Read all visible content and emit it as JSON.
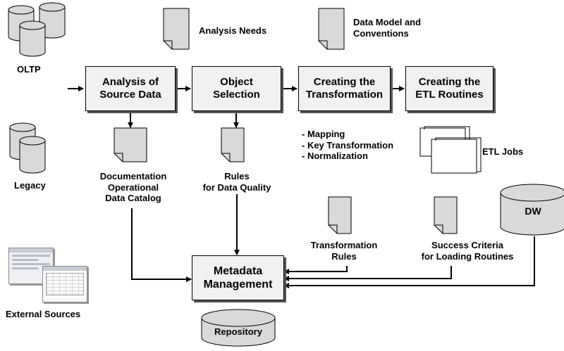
{
  "sources": {
    "oltp": "OLTP",
    "legacy": "Legacy",
    "external": "External Sources"
  },
  "inputs": {
    "analysis_needs": "Analysis Needs",
    "data_model_line1": "Data Model and",
    "data_model_line2": "Conventions"
  },
  "steps": {
    "step1_line1": "Analysis of",
    "step1_line2": "Source Data",
    "step2_line1": "Object",
    "step2_line2": "Selection",
    "step3_line1": "Creating the",
    "step3_line2": "Transformation",
    "step4_line1": "Creating the",
    "step4_line2": "ETL Routines"
  },
  "outputs": {
    "doc_line1": "Documentation",
    "doc_line2": "Operational",
    "doc_line3": "Data Catalog",
    "rules_line1": "Rules",
    "rules_line2": "for Data Quality",
    "transform_items": [
      "- Mapping",
      "- Key Transformation",
      "- Normalization"
    ],
    "etl_jobs": "ETL Jobs",
    "trans_rules_line1": "Transformation",
    "trans_rules_line2": "Rules",
    "success_line1": "Success Criteria",
    "success_line2": "for Loading Routines",
    "dw": "DW"
  },
  "metadata": {
    "line1": "Metadata",
    "line2": "Management",
    "repository": "Repository"
  },
  "colors": {
    "doc_fill": "#d9d9d9",
    "box_fill": "#f1f1f1",
    "cylinder_fill": "#d9d9d9",
    "stroke": "#000000"
  }
}
